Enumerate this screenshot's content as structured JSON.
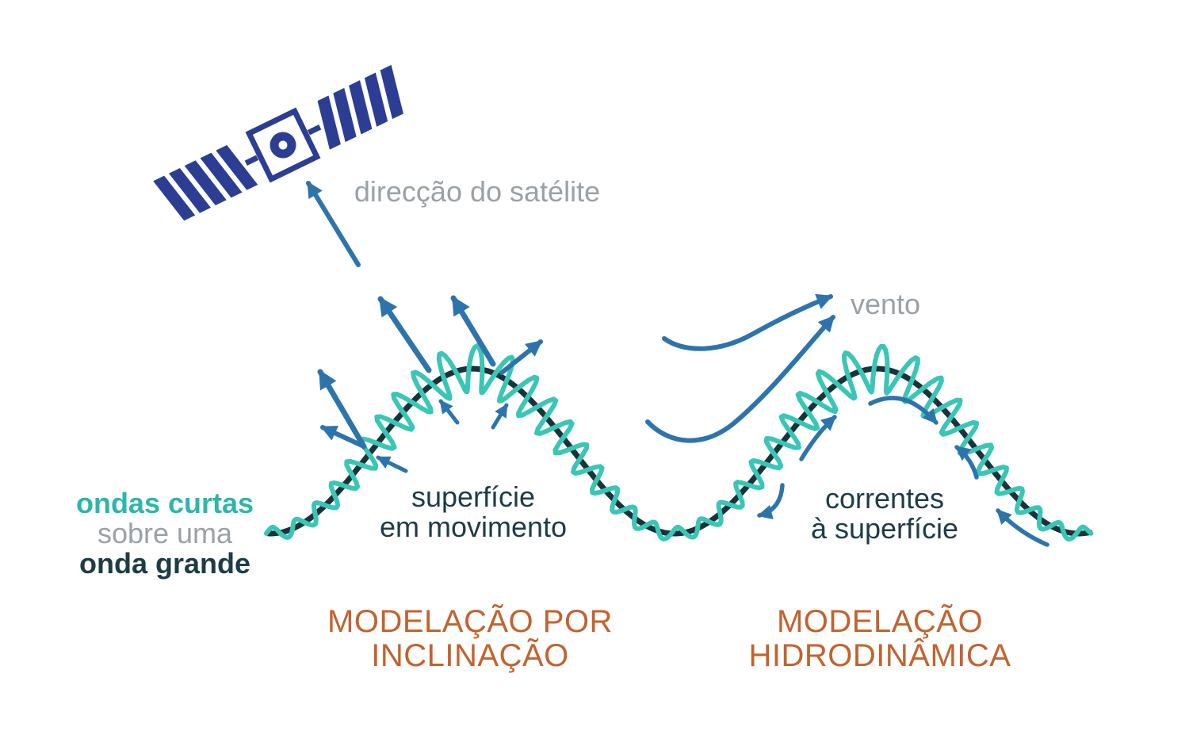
{
  "diagram": {
    "satellite_direction_label": "direcção do satélite",
    "wind_label": "vento",
    "legend": {
      "line1": "ondas curtas",
      "line2": "sobre uma",
      "line3": "onda grande"
    },
    "surface_label": {
      "line1": "superfície",
      "line2": "em movimento"
    },
    "currents_label": {
      "line1": "correntes",
      "line2": "à superfície"
    },
    "tilt_modulation_label": {
      "line1": "MODELAÇÃO POR",
      "line2": "INCLINAÇÃO"
    },
    "hydro_modulation_label": {
      "line1": "MODELAÇÃO",
      "line2": "HIDRODINÂMICA"
    }
  },
  "colors": {
    "background": "#ffffff",
    "teal_wave": "#3ac6b6",
    "teal_text": "#2db6ab",
    "dark_wave": "#17333c",
    "dark_text": "#1d3c46",
    "gray_text": "#9aa1a6",
    "arrow_blue": "#2d74ad",
    "satellite_indigo": "#2c3e93",
    "orange_text": "#c2632f"
  }
}
